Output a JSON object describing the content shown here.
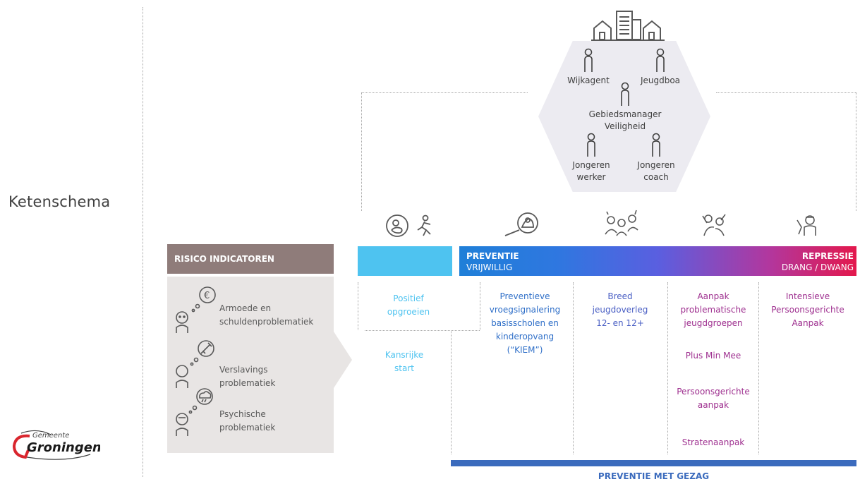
{
  "title": "Ketenschema",
  "roles": {
    "wijkagent": "Wijkagent",
    "jeugdboa": "Jeugdboa",
    "gebiedsmanager_1": "Gebiedsmanager",
    "gebiedsmanager_2": "Veiligheid",
    "jongerenwerker_1": "Jongeren",
    "jongerenwerker_2": "werker",
    "jongerencoach_1": "Jongeren",
    "jongerencoach_2": "coach"
  },
  "risk": {
    "header": "RISICO INDICATOREN",
    "items": [
      {
        "line1": "Armoede en",
        "line2": "schuldenproblematiek"
      },
      {
        "line1": "Verslavings",
        "line2": "problematiek"
      },
      {
        "line1": "Psychische",
        "line2": "problematiek"
      }
    ]
  },
  "bar": {
    "left_title": "PREVENTIE",
    "left_sub": "VRIJWILLIG",
    "right_title": "REPRESSIE",
    "right_sub": "DRANG / DWANG"
  },
  "columns": {
    "col1a": [
      "Positief",
      "opgroeien"
    ],
    "col1b": [
      "Kansrijke",
      "start"
    ],
    "col2": [
      "Preventieve",
      "vroegsignalering",
      "basisscholen en",
      "kinderopvang",
      "(“KIEM”)"
    ],
    "col3": [
      "Breed",
      "jeugdoverleg",
      "12- en 12+"
    ],
    "col4a": [
      "Aanpak",
      "problematische",
      "jeugdgroepen"
    ],
    "col4b": [
      "Plus Min Mee"
    ],
    "col4c": [
      "Persoonsgerichte",
      "aanpak"
    ],
    "col4d": [
      "Stratenaanpak"
    ],
    "col5": [
      "Intensieve",
      "Persoonsgerichte",
      "Aanpak"
    ]
  },
  "bottom_label": "PREVENTIE MET GEZAG",
  "logo": {
    "top": "Gemeente",
    "main": "Groningen"
  },
  "colors": {
    "cyan": "#4ec3f0",
    "blue": "#1f7fd8",
    "purple": "#9e2f8f",
    "red": "#e3184c",
    "risk_header": "#8f7c7a",
    "navy": "#3b6bbd"
  },
  "icons": [
    "buildings-icon",
    "person-icon",
    "baby-icon",
    "running-child-icon",
    "magnifier-icon",
    "youth-group-icon",
    "fighting-icon",
    "arrest-icon",
    "money-thought-icon",
    "syringe-thought-icon",
    "storm-cloud-thought-icon"
  ]
}
